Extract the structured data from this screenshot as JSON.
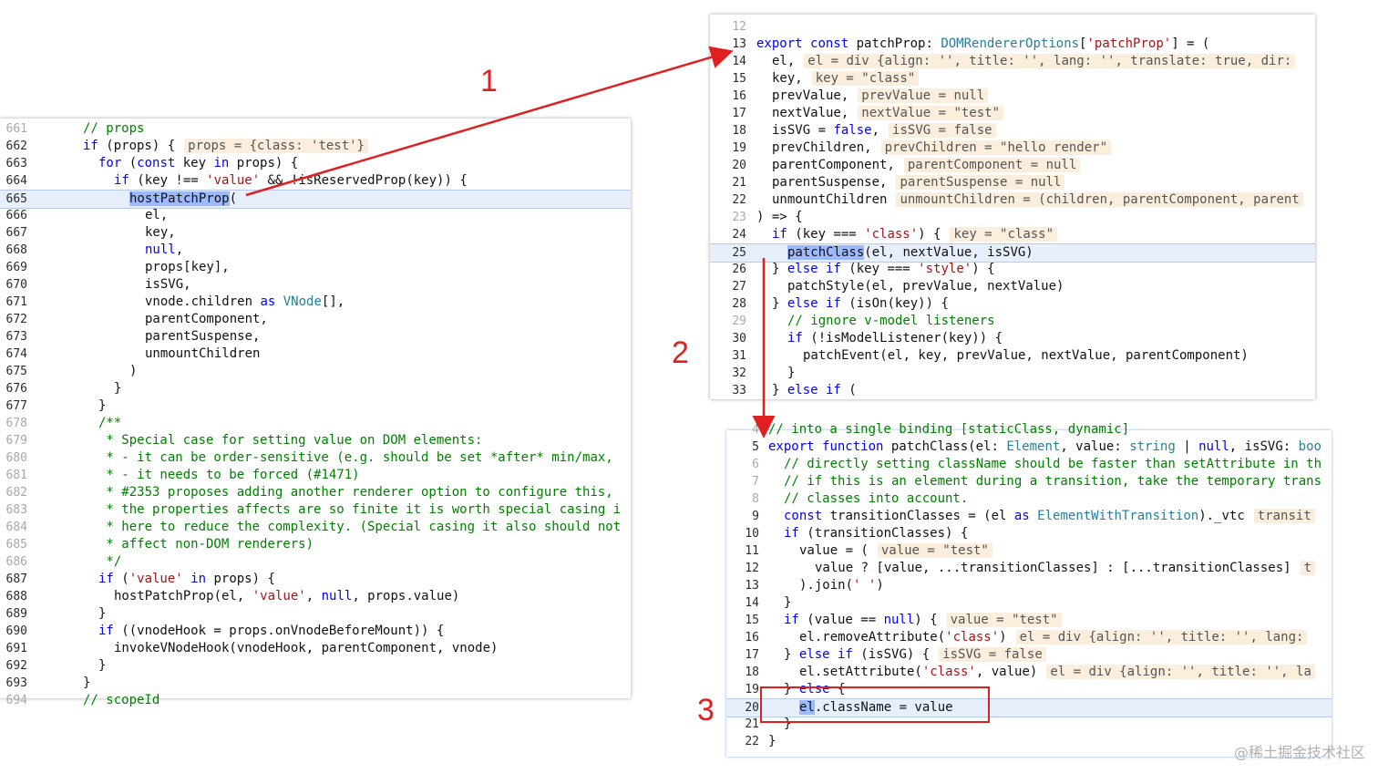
{
  "steps": {
    "one": "1",
    "two": "2",
    "three": "3"
  },
  "watermark": "@稀土掘金技术社区",
  "panel_left": {
    "lines": [
      {
        "n": "661",
        "dim": true,
        "indent": 3,
        "parts": [
          {
            "t": "// props",
            "c": "cmt"
          }
        ]
      },
      {
        "n": "662",
        "indent": 3,
        "parts": [
          {
            "t": "if",
            "c": "kw"
          },
          {
            "t": " (props) {"
          }
        ],
        "hint": "props = {class: 'test'}"
      },
      {
        "n": "663",
        "indent": 4,
        "parts": [
          {
            "t": "for",
            "c": "kw"
          },
          {
            "t": " ("
          },
          {
            "t": "const",
            "c": "kw"
          },
          {
            "t": " key "
          },
          {
            "t": "in",
            "c": "kw"
          },
          {
            "t": " props) {"
          }
        ]
      },
      {
        "n": "664",
        "indent": 5,
        "parts": [
          {
            "t": "if",
            "c": "kw"
          },
          {
            "t": " (key !== "
          },
          {
            "t": "'value'",
            "c": "str"
          },
          {
            "t": " && !isReservedProp(key)) {"
          }
        ]
      },
      {
        "n": "665",
        "indent": 6,
        "hl": true,
        "parts": [
          {
            "t": "hostPatchProp",
            "c": "sel"
          },
          {
            "t": "("
          }
        ]
      },
      {
        "n": "666",
        "indent": 7,
        "parts": [
          {
            "t": "el,"
          }
        ]
      },
      {
        "n": "667",
        "indent": 7,
        "parts": [
          {
            "t": "key,"
          }
        ]
      },
      {
        "n": "668",
        "indent": 7,
        "parts": [
          {
            "t": "null",
            "c": "kw"
          },
          {
            "t": ","
          }
        ]
      },
      {
        "n": "669",
        "indent": 7,
        "parts": [
          {
            "t": "props[key],"
          }
        ]
      },
      {
        "n": "670",
        "indent": 7,
        "parts": [
          {
            "t": "isSVG,"
          }
        ]
      },
      {
        "n": "671",
        "indent": 7,
        "parts": [
          {
            "t": "vnode.children "
          },
          {
            "t": "as",
            "c": "kw"
          },
          {
            "t": " "
          },
          {
            "t": "VNode",
            "c": "typ"
          },
          {
            "t": "[],"
          }
        ]
      },
      {
        "n": "672",
        "indent": 7,
        "parts": [
          {
            "t": "parentComponent,"
          }
        ]
      },
      {
        "n": "673",
        "indent": 7,
        "parts": [
          {
            "t": "parentSuspense,"
          }
        ]
      },
      {
        "n": "674",
        "indent": 7,
        "parts": [
          {
            "t": "unmountChildren"
          }
        ]
      },
      {
        "n": "675",
        "indent": 6,
        "parts": [
          {
            "t": ")"
          }
        ]
      },
      {
        "n": "676",
        "indent": 5,
        "parts": [
          {
            "t": "}"
          }
        ]
      },
      {
        "n": "677",
        "indent": 4,
        "parts": [
          {
            "t": "}"
          }
        ]
      },
      {
        "n": "678",
        "dim": true,
        "indent": 4,
        "parts": [
          {
            "t": "/**",
            "c": "cmt"
          }
        ]
      },
      {
        "n": "679",
        "dim": true,
        "indent": 4,
        "parts": [
          {
            "t": " * Special case for setting value on DOM elements:",
            "c": "cmt"
          }
        ]
      },
      {
        "n": "680",
        "dim": true,
        "indent": 4,
        "parts": [
          {
            "t": " * - it can be order-sensitive (e.g. should be set *after* min/max,",
            "c": "cmt"
          }
        ]
      },
      {
        "n": "681",
        "dim": true,
        "indent": 4,
        "parts": [
          {
            "t": " * - it needs to be forced (#1471)",
            "c": "cmt"
          }
        ]
      },
      {
        "n": "682",
        "dim": true,
        "indent": 4,
        "parts": [
          {
            "t": " * #2353 proposes adding another renderer option to configure this,",
            "c": "cmt"
          }
        ]
      },
      {
        "n": "683",
        "dim": true,
        "indent": 4,
        "parts": [
          {
            "t": " * the properties affects are so finite it is worth special casing i",
            "c": "cmt"
          }
        ]
      },
      {
        "n": "684",
        "dim": true,
        "indent": 4,
        "parts": [
          {
            "t": " * here to reduce the complexity. (Special casing it also should not",
            "c": "cmt"
          }
        ]
      },
      {
        "n": "685",
        "dim": true,
        "indent": 4,
        "parts": [
          {
            "t": " * affect non-DOM renderers)",
            "c": "cmt"
          }
        ]
      },
      {
        "n": "686",
        "dim": true,
        "indent": 4,
        "parts": [
          {
            "t": " */",
            "c": "cmt"
          }
        ]
      },
      {
        "n": "687",
        "indent": 4,
        "parts": [
          {
            "t": "if",
            "c": "kw"
          },
          {
            "t": " ("
          },
          {
            "t": "'value'",
            "c": "str"
          },
          {
            "t": " "
          },
          {
            "t": "in",
            "c": "kw"
          },
          {
            "t": " props) {"
          }
        ]
      },
      {
        "n": "688",
        "indent": 5,
        "parts": [
          {
            "t": "hostPatchProp(el, "
          },
          {
            "t": "'value'",
            "c": "str"
          },
          {
            "t": ", "
          },
          {
            "t": "null",
            "c": "kw"
          },
          {
            "t": ", props.value)"
          }
        ]
      },
      {
        "n": "689",
        "indent": 4,
        "parts": [
          {
            "t": "}"
          }
        ]
      },
      {
        "n": "690",
        "indent": 4,
        "parts": [
          {
            "t": "if",
            "c": "kw"
          },
          {
            "t": " ((vnodeHook = props.onVnodeBeforeMount)) {"
          }
        ]
      },
      {
        "n": "691",
        "indent": 5,
        "parts": [
          {
            "t": "invokeVNodeHook(vnodeHook, parentComponent, vnode)"
          }
        ]
      },
      {
        "n": "692",
        "indent": 4,
        "parts": [
          {
            "t": "}"
          }
        ]
      },
      {
        "n": "693",
        "indent": 3,
        "parts": [
          {
            "t": "}"
          }
        ]
      },
      {
        "n": "694",
        "dim": true,
        "indent": 3,
        "parts": [
          {
            "t": "// scopeId",
            "c": "cmt"
          }
        ]
      }
    ]
  },
  "panel_tr": {
    "lines": [
      {
        "n": "12",
        "dim": true,
        "indent": 0,
        "parts": [
          {
            "t": ""
          }
        ]
      },
      {
        "n": "13",
        "indent": 0,
        "parts": [
          {
            "t": "export",
            "c": "kw"
          },
          {
            "t": " "
          },
          {
            "t": "const",
            "c": "kw"
          },
          {
            "t": " patchProp: "
          },
          {
            "t": "DOMRendererOptions",
            "c": "typ"
          },
          {
            "t": "["
          },
          {
            "t": "'patchProp'",
            "c": "str"
          },
          {
            "t": "] = ("
          }
        ]
      },
      {
        "n": "14",
        "indent": 1,
        "parts": [
          {
            "t": "el,"
          }
        ],
        "hint": "el = div {align: '', title: '', lang: '', translate: true, dir:"
      },
      {
        "n": "15",
        "indent": 1,
        "parts": [
          {
            "t": "key,"
          }
        ],
        "hint": "key = \"class\""
      },
      {
        "n": "16",
        "indent": 1,
        "parts": [
          {
            "t": "prevValue,"
          }
        ],
        "hint": "prevValue = null"
      },
      {
        "n": "17",
        "indent": 1,
        "parts": [
          {
            "t": "nextValue,"
          }
        ],
        "hint": "nextValue = \"test\""
      },
      {
        "n": "18",
        "indent": 1,
        "parts": [
          {
            "t": "isSVG = "
          },
          {
            "t": "false",
            "c": "kw"
          },
          {
            "t": ","
          }
        ],
        "hint": "isSVG = false"
      },
      {
        "n": "19",
        "indent": 1,
        "parts": [
          {
            "t": "prevChildren,"
          }
        ],
        "hint": "prevChildren = \"hello render\""
      },
      {
        "n": "20",
        "indent": 1,
        "parts": [
          {
            "t": "parentComponent,"
          }
        ],
        "hint": "parentComponent = null"
      },
      {
        "n": "21",
        "indent": 1,
        "parts": [
          {
            "t": "parentSuspense,"
          }
        ],
        "hint": "parentSuspense = null"
      },
      {
        "n": "22",
        "indent": 1,
        "parts": [
          {
            "t": "unmountChildren"
          }
        ],
        "hint": "unmountChildren = (children, parentComponent, parent"
      },
      {
        "n": "23",
        "dim": true,
        "indent": 0,
        "parts": [
          {
            "t": ") => {"
          }
        ]
      },
      {
        "n": "24",
        "indent": 1,
        "parts": [
          {
            "t": "if",
            "c": "kw"
          },
          {
            "t": " (key === "
          },
          {
            "t": "'class'",
            "c": "str"
          },
          {
            "t": ") {"
          }
        ],
        "hint": "key = \"class\""
      },
      {
        "n": "25",
        "indent": 2,
        "hl": true,
        "parts": [
          {
            "t": "patchClass",
            "c": "sel"
          },
          {
            "t": "(el, nextValue, isSVG)"
          }
        ]
      },
      {
        "n": "26",
        "indent": 1,
        "parts": [
          {
            "t": "} "
          },
          {
            "t": "else if",
            "c": "kw"
          },
          {
            "t": " (key === "
          },
          {
            "t": "'style'",
            "c": "str"
          },
          {
            "t": ") {"
          }
        ]
      },
      {
        "n": "27",
        "indent": 2,
        "parts": [
          {
            "t": "patchStyle(el, prevValue, nextValue)"
          }
        ]
      },
      {
        "n": "28",
        "indent": 1,
        "parts": [
          {
            "t": "} "
          },
          {
            "t": "else if",
            "c": "kw"
          },
          {
            "t": " (isOn(key)) {"
          }
        ]
      },
      {
        "n": "29",
        "dim": true,
        "indent": 2,
        "parts": [
          {
            "t": "// ignore v-model listeners",
            "c": "cmt"
          }
        ]
      },
      {
        "n": "30",
        "indent": 2,
        "parts": [
          {
            "t": "if",
            "c": "kw"
          },
          {
            "t": " (!isModelListener(key)) {"
          }
        ]
      },
      {
        "n": "31",
        "indent": 3,
        "parts": [
          {
            "t": "patchEvent(el, key, prevValue, nextValue, parentComponent)"
          }
        ]
      },
      {
        "n": "32",
        "indent": 2,
        "parts": [
          {
            "t": "}"
          }
        ]
      },
      {
        "n": "33",
        "indent": 1,
        "parts": [
          {
            "t": "} "
          },
          {
            "t": "else if",
            "c": "kw"
          },
          {
            "t": " ("
          }
        ]
      }
    ]
  },
  "panel_br": {
    "lines": [
      {
        "n": "4",
        "dim": true,
        "indent": 0,
        "parts": [
          {
            "t": "// into a single binding [staticClass, dynamic]",
            "c": "cmt"
          }
        ]
      },
      {
        "n": "5",
        "indent": 0,
        "parts": [
          {
            "t": "export",
            "c": "kw"
          },
          {
            "t": " "
          },
          {
            "t": "function",
            "c": "kw"
          },
          {
            "t": " patchClass(el: "
          },
          {
            "t": "Element",
            "c": "typ"
          },
          {
            "t": ", value: "
          },
          {
            "t": "string",
            "c": "typ"
          },
          {
            "t": " | "
          },
          {
            "t": "null",
            "c": "kw"
          },
          {
            "t": ", isSVG: "
          },
          {
            "t": "boo",
            "c": "typ"
          }
        ]
      },
      {
        "n": "6",
        "dim": true,
        "indent": 1,
        "parts": [
          {
            "t": "// directly setting className should be faster than setAttribute in th",
            "c": "cmt"
          }
        ]
      },
      {
        "n": "7",
        "dim": true,
        "indent": 1,
        "parts": [
          {
            "t": "// if this is an element during a transition, take the temporary trans",
            "c": "cmt"
          }
        ]
      },
      {
        "n": "8",
        "dim": true,
        "indent": 1,
        "parts": [
          {
            "t": "// classes into account.",
            "c": "cmt"
          }
        ]
      },
      {
        "n": "9",
        "indent": 1,
        "parts": [
          {
            "t": "const",
            "c": "kw"
          },
          {
            "t": " transitionClasses = (el "
          },
          {
            "t": "as",
            "c": "kw"
          },
          {
            "t": " "
          },
          {
            "t": "ElementWithTransition",
            "c": "typ"
          },
          {
            "t": ")._vtc"
          }
        ],
        "hint": "transit"
      },
      {
        "n": "10",
        "indent": 1,
        "parts": [
          {
            "t": "if",
            "c": "kw"
          },
          {
            "t": " (transitionClasses) {"
          }
        ]
      },
      {
        "n": "11",
        "indent": 2,
        "parts": [
          {
            "t": "value = ("
          }
        ],
        "hint": "value = \"test\""
      },
      {
        "n": "12",
        "indent": 3,
        "parts": [
          {
            "t": "value ? [value, ...transitionClasses] : [...transitionClasses]"
          }
        ],
        "hint": "t"
      },
      {
        "n": "13",
        "indent": 2,
        "parts": [
          {
            "t": ").join("
          },
          {
            "t": "' '",
            "c": "str"
          },
          {
            "t": ")"
          }
        ]
      },
      {
        "n": "14",
        "indent": 1,
        "parts": [
          {
            "t": "}"
          }
        ]
      },
      {
        "n": "15",
        "indent": 1,
        "parts": [
          {
            "t": "if",
            "c": "kw"
          },
          {
            "t": " (value == "
          },
          {
            "t": "null",
            "c": "kw"
          },
          {
            "t": ") {"
          }
        ],
        "hint": "value = \"test\""
      },
      {
        "n": "16",
        "indent": 2,
        "parts": [
          {
            "t": "el.removeAttribute("
          },
          {
            "t": "'class'",
            "c": "str"
          },
          {
            "t": ")"
          }
        ],
        "hint": "el = div {align: '', title: '', lang:"
      },
      {
        "n": "17",
        "indent": 1,
        "parts": [
          {
            "t": "} "
          },
          {
            "t": "else if",
            "c": "kw"
          },
          {
            "t": " (isSVG) {"
          }
        ],
        "hint": "isSVG = false"
      },
      {
        "n": "18",
        "indent": 2,
        "parts": [
          {
            "t": "el.setAttribute("
          },
          {
            "t": "'class'",
            "c": "str"
          },
          {
            "t": ", value)"
          }
        ],
        "hint": "el = div {align: '', title: '', la"
      },
      {
        "n": "19",
        "indent": 1,
        "parts": [
          {
            "t": "} "
          },
          {
            "t": "else",
            "c": "kw"
          },
          {
            "t": " {"
          }
        ]
      },
      {
        "n": "20",
        "indent": 2,
        "hl": true,
        "parts": [
          {
            "t": "el",
            "c": "sel"
          },
          {
            "t": ".className = value"
          }
        ]
      },
      {
        "n": "21",
        "indent": 1,
        "parts": [
          {
            "t": "}"
          }
        ]
      },
      {
        "n": "22",
        "indent": 0,
        "parts": [
          {
            "t": "}"
          }
        ]
      }
    ]
  },
  "colors": {
    "arrow": "#e02020",
    "keyword": "#0000ff",
    "string": "#a31515",
    "comment": "#008000",
    "type": "#267f99",
    "hint_bg": "#fbeedd",
    "highlight_row": "#e7eefc"
  }
}
